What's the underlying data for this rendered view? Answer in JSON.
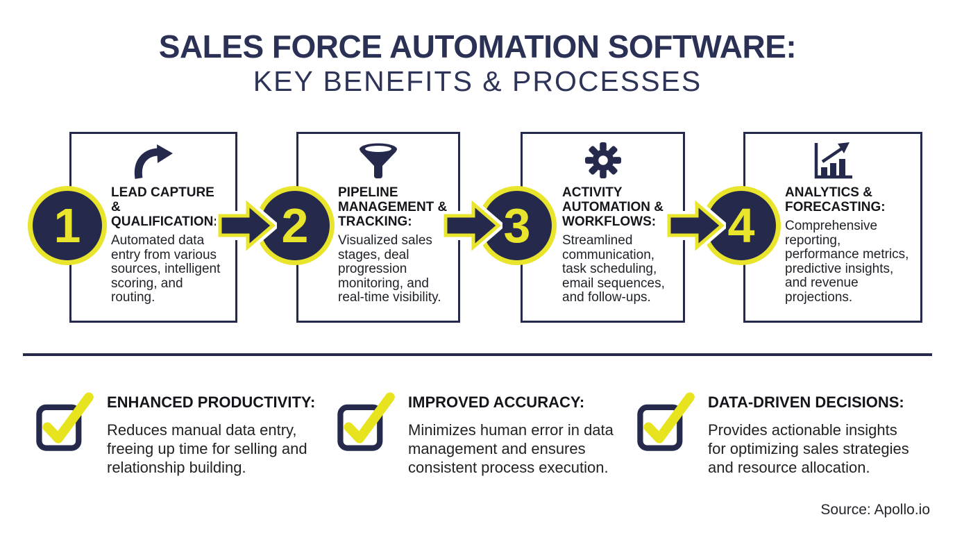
{
  "title": {
    "line1": "SALES FORCE AUTOMATION SOFTWARE:",
    "line2": "KEY BENEFITS & PROCESSES"
  },
  "steps": [
    {
      "number": "1",
      "icon": "curved-arrow-icon",
      "heading": "LEAD CAPTURE &\nQUALIFICATION:",
      "body": "Automated data\nentry from various\nsources, intelligent\nscoring, and routing."
    },
    {
      "number": "2",
      "icon": "funnel-icon",
      "heading": "PIPELINE\nMANAGEMENT &\nTRACKING:",
      "body": "Visualized sales\nstages, deal\nprogression\nmonitoring, and\nreal-time visibility."
    },
    {
      "number": "3",
      "icon": "gear-icon",
      "heading": "ACTIVITY\nAUTOMATION &\nWORKFLOWS:",
      "body": "Streamlined\ncommunication,\ntask scheduling,\nemail sequences,\nand follow-ups."
    },
    {
      "number": "4",
      "icon": "bar-chart-icon",
      "heading": "ANALYTICS &\nFORECASTING:",
      "body": "Comprehensive\nreporting,\nperformance metrics,\npredictive insights,\nand revenue\nprojections."
    }
  ],
  "benefits": [
    {
      "icon": "checkbox-check-icon",
      "heading": "ENHANCED PRODUCTIVITY:",
      "body": "Reduces manual data entry,\nfreeing up time for selling and\nrelationship building."
    },
    {
      "icon": "checkbox-check-icon",
      "heading": "IMPROVED ACCURACY:",
      "body": "Minimizes human error in data\nmanagement and ensures\nconsistent process execution."
    },
    {
      "icon": "checkbox-check-icon",
      "heading": "DATA-DRIVEN DECISIONS:",
      "body": "Provides actionable insights\nfor optimizing sales strategies\nand resource allocation."
    }
  ],
  "source": "Source: Apollo.io",
  "colors": {
    "navy": "#252a4c",
    "title_navy": "#2b3055",
    "yellow": "#e9e42c",
    "body_text": "#20222a",
    "background": "#ffffff"
  }
}
